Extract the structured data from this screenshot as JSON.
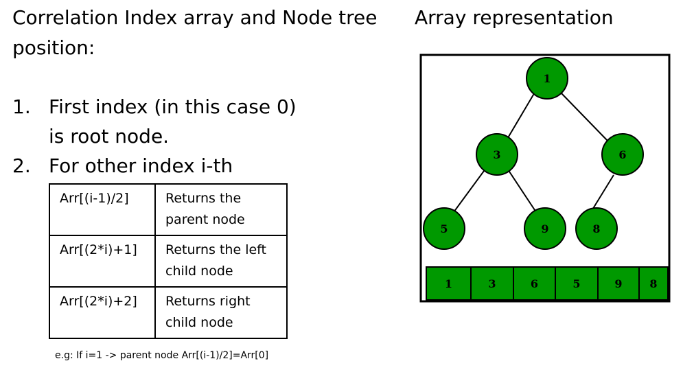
{
  "left_title": "Correlation Index array and Node tree position:",
  "right_title": "Array representation",
  "list": [
    {
      "num": "1.",
      "text_line1": "First index (in this case 0)",
      "text_line2": "is root node."
    },
    {
      "num": "2.",
      "text": "For other index i-th"
    }
  ],
  "table": {
    "rows": [
      {
        "expr": "Arr[(i-1)/2]",
        "desc_line1": "Returns the",
        "desc_line2": "parent node"
      },
      {
        "expr": "Arr[(2*i)+1]",
        "desc_line1": "Returns the left",
        "desc_line2": "child node"
      },
      {
        "expr": "Arr[(2*i)+2]",
        "desc_line1": "Returns right",
        "desc_line2": "child node"
      }
    ]
  },
  "note": "e.g: If  i=1 -> parent node Arr[(i-1)/2]=Arr[0]",
  "tree": {
    "node_color": "#009900",
    "nodes": [
      "1",
      "3",
      "6",
      "5",
      "9",
      "8"
    ],
    "array": [
      "1",
      "3",
      "6",
      "5",
      "9",
      "8"
    ]
  }
}
